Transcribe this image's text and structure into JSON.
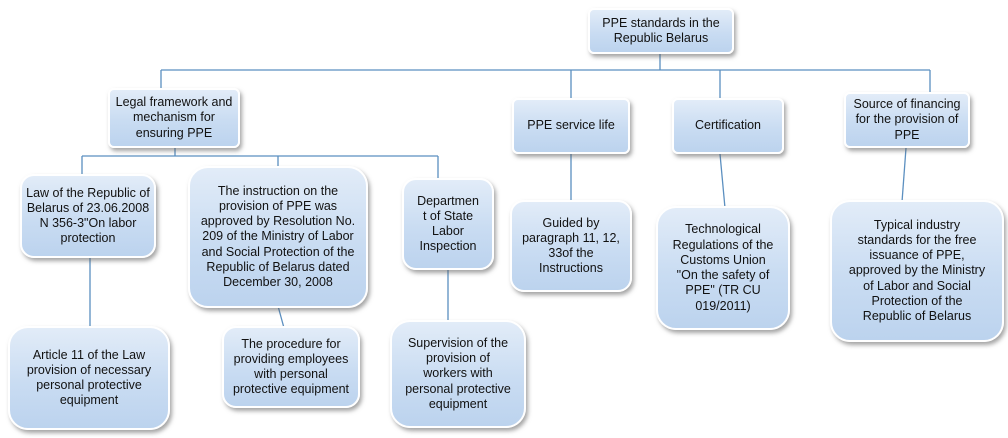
{
  "diagram": {
    "root": "PPE standards in the Republic Belarus",
    "legal_framework": "Legal framework and mechanism for ensuring PPE",
    "service_life": "PPE service life",
    "certification": "Certification",
    "financing": "Source of financing for the provision of PPE",
    "law": "Law of the Republic of Belarus of 23.06.2008 N 356-3\"On labor protection",
    "instruction": "The instruction on the provision of PPE was approved by Resolution No. 209 of the Ministry of Labor and Social Protection of the Republic of Belarus dated December 30, 2008",
    "department": "Departmen t of State Labor Inspection",
    "guided": "Guided by paragraph 11, 12, 33of the Instructions",
    "tech_regs": "Technological Regulations of the Customs Union \"On the safety of PPE\" (TR CU 019/2011)",
    "typical_standards": "Typical industry standards for the free issuance of PPE, approved by the Ministry of Labor and Social Protection of the Republic of Belarus",
    "article11": "Article 11 of the Law provision of necessary personal protective equipment",
    "procedure": "The procedure for providing employees with personal protective equipment",
    "supervision": "Supervision of the provision of workers with personal protective equipment"
  }
}
